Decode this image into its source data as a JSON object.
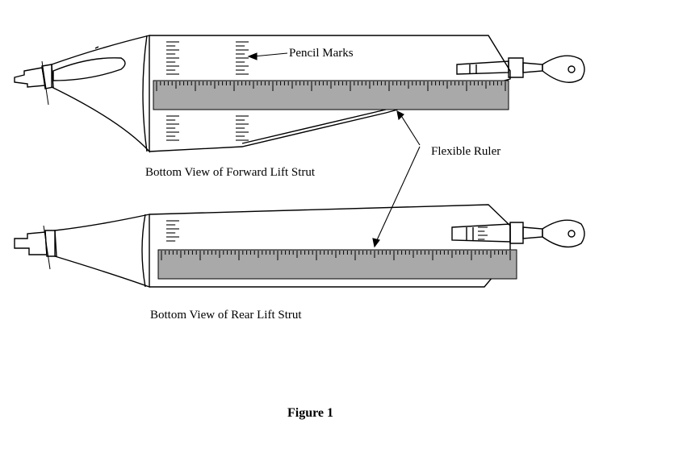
{
  "labels": {
    "pencil_marks": "Pencil Marks",
    "flexible_ruler": "Flexible Ruler",
    "forward_strut": "Bottom View of Forward Lift Strut",
    "rear_strut": "Bottom View of Rear Lift Strut"
  },
  "caption": "Figure 1",
  "colors": {
    "ink": "#000000",
    "ruler_fill": "#a9a9a9",
    "background": "#ffffff"
  }
}
